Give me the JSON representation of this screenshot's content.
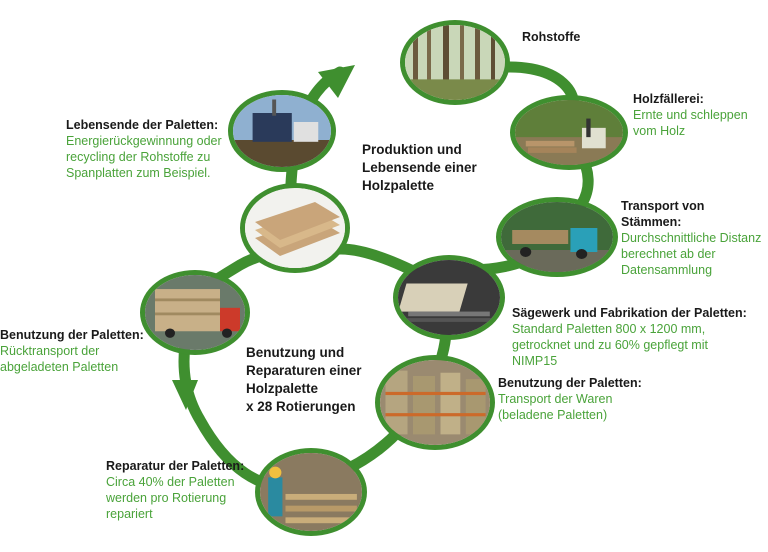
{
  "center_labels": {
    "production": [
      "Produktion und",
      "Lebensende einer",
      "Holzpalette"
    ],
    "usage": [
      "Benutzung und",
      "Reparaturen einer",
      "Holzpalette",
      "x 28 Rotierungen"
    ]
  },
  "stages": [
    {
      "title": "Rohstoffe",
      "desc": [],
      "photo": "forest"
    },
    {
      "title": "Holzfällerei:",
      "desc": [
        "Ernte und schleppen",
        "vom Holz"
      ],
      "photo": "logging"
    },
    {
      "title": "Transport von Stämmen:",
      "desc": [
        "Durchschnittliche Distanz",
        "berechnet ab der",
        "Datensammlung"
      ],
      "photo": "log-truck"
    },
    {
      "title": "Sägewerk und Fabrikation der Paletten:",
      "desc": [
        "Standard Paletten 800 x 1200 mm,",
        "getrocknet und zu 60% gepflegt mit",
        "NIMP15"
      ],
      "photo": "sawmill"
    },
    {
      "title": "Benutzung der Paletten:",
      "desc": [
        "Transport der Waren",
        "(beladene Paletten)"
      ],
      "photo": "warehouse"
    },
    {
      "title": "Reparatur der Paletten:",
      "desc": [
        "Circa 40% der Paletten",
        "werden pro Rotierung",
        "repariert"
      ],
      "photo": "pallet-repair"
    },
    {
      "title": "Benutzung der Paletten:",
      "desc": [
        "Rücktransport der",
        "abgeladeten Paletten"
      ],
      "photo": "pallet-truck"
    },
    {
      "title": "Lebensende der Paletten:",
      "desc": [
        "Energierückgewinnung oder",
        "recycling der Rohstoffe zu",
        "Spanplatten zum Beispiel."
      ],
      "photo": "recycling-plant"
    },
    {
      "title": "",
      "desc": [],
      "photo": "particle-boards"
    }
  ],
  "colors": {
    "ring": "#3f8f2f",
    "ring_dark": "#2f7424",
    "desc_text": "#4aa33a",
    "title_text": "#1a1a1a"
  }
}
